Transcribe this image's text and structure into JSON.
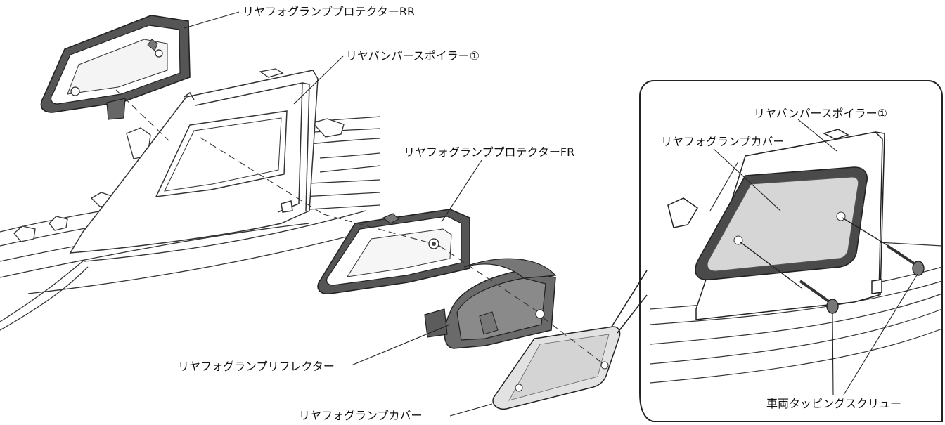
{
  "labels": {
    "protector_rr": "リヤフォグランププロテクターRR",
    "spoiler_main": "リヤバンパースポイラー①",
    "protector_fr": "リヤフォグランププロテクターFR",
    "reflector": "リヤフォグランプリフレクター",
    "cover_main": "リヤフォグランプカバー",
    "detail_spoiler": "リヤバンパースポイラー①",
    "detail_cover": "リヤフォグランプカバー",
    "detail_screw": "車両タッピングスクリュー"
  }
}
